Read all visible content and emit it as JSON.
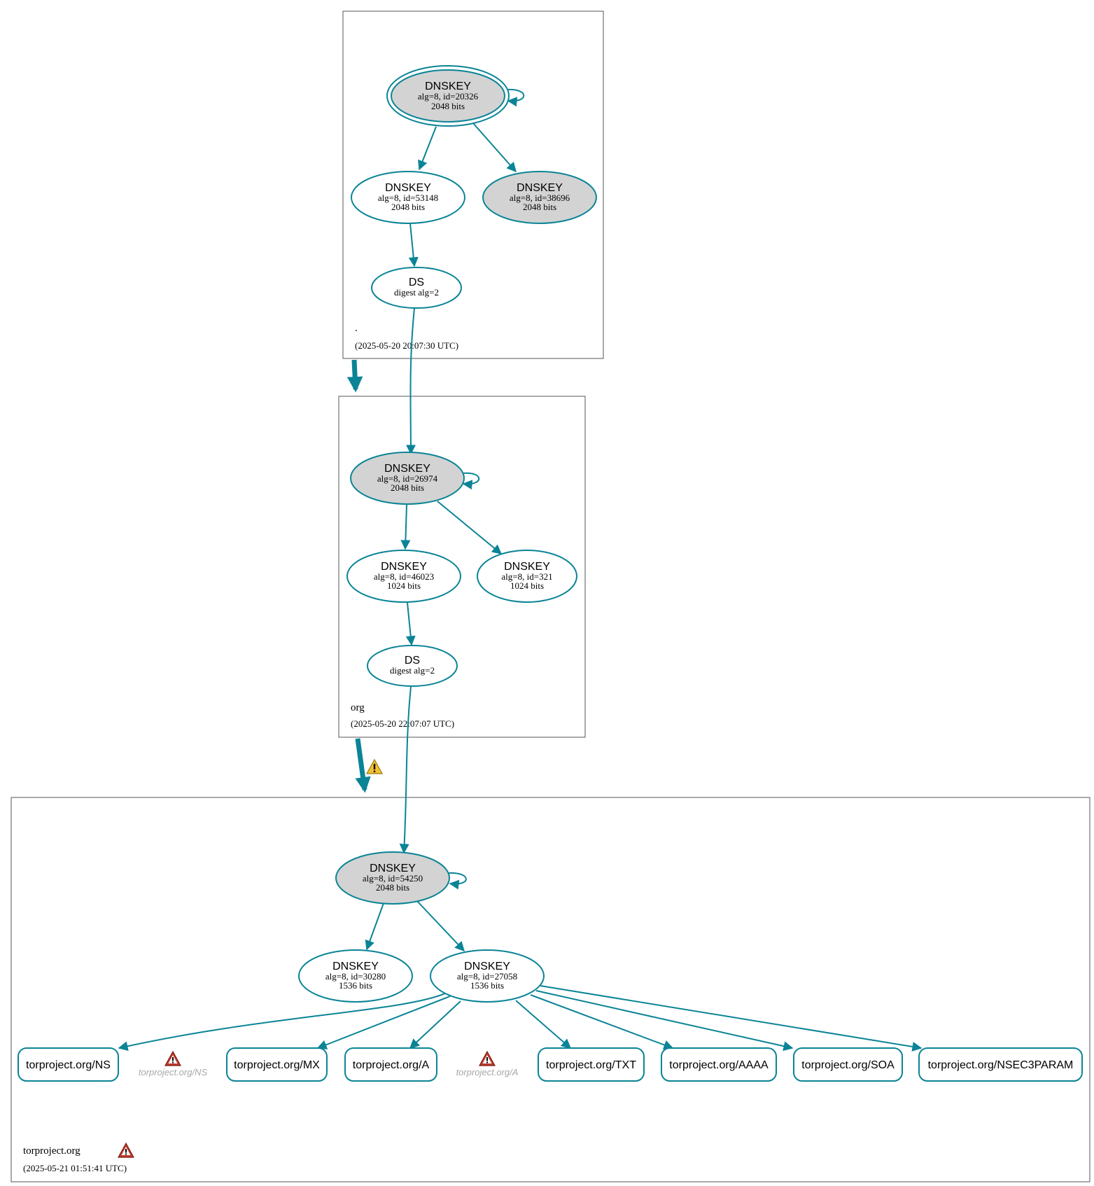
{
  "colors": {
    "accent": "#0a8496",
    "ksk_fill": "#d3d3d3",
    "warning_yellow": "#f2c037",
    "error_red": "#c0392b"
  },
  "zones": [
    {
      "name": ".",
      "timestamp": "(2025-05-20 20:07:30 UTC)"
    },
    {
      "name": "org",
      "timestamp": "(2025-05-20 22:07:07 UTC)"
    },
    {
      "name": "torproject.org",
      "timestamp": "(2025-05-21 01:51:41 UTC)"
    }
  ],
  "nodes": {
    "root_ksk": {
      "title": "DNSKEY",
      "line1": "alg=8, id=20326",
      "line2": "2048 bits"
    },
    "root_zsk": {
      "title": "DNSKEY",
      "line1": "alg=8, id=53148",
      "line2": "2048 bits"
    },
    "root_k3": {
      "title": "DNSKEY",
      "line1": "alg=8, id=38696",
      "line2": "2048 bits"
    },
    "root_ds": {
      "title": "DS",
      "line1": "digest alg=2"
    },
    "org_ksk": {
      "title": "DNSKEY",
      "line1": "alg=8, id=26974",
      "line2": "2048 bits"
    },
    "org_zsk": {
      "title": "DNSKEY",
      "line1": "alg=8, id=46023",
      "line2": "1024 bits"
    },
    "org_k3": {
      "title": "DNSKEY",
      "line1": "alg=8, id=321",
      "line2": "1024 bits"
    },
    "org_ds": {
      "title": "DS",
      "line1": "digest alg=2"
    },
    "tp_ksk": {
      "title": "DNSKEY",
      "line1": "alg=8, id=54250",
      "line2": "2048 bits"
    },
    "tp_k2": {
      "title": "DNSKEY",
      "line1": "alg=8, id=30280",
      "line2": "1536 bits"
    },
    "tp_zsk": {
      "title": "DNSKEY",
      "line1": "alg=8, id=27058",
      "line2": "1536 bits"
    }
  },
  "rrsets": [
    "torproject.org/NS",
    "torproject.org/MX",
    "torproject.org/A",
    "torproject.org/TXT",
    "torproject.org/AAAA",
    "torproject.org/SOA",
    "torproject.org/NSEC3PARAM"
  ],
  "missing_rrsets": [
    "torproject.org/NS",
    "torproject.org/A"
  ]
}
